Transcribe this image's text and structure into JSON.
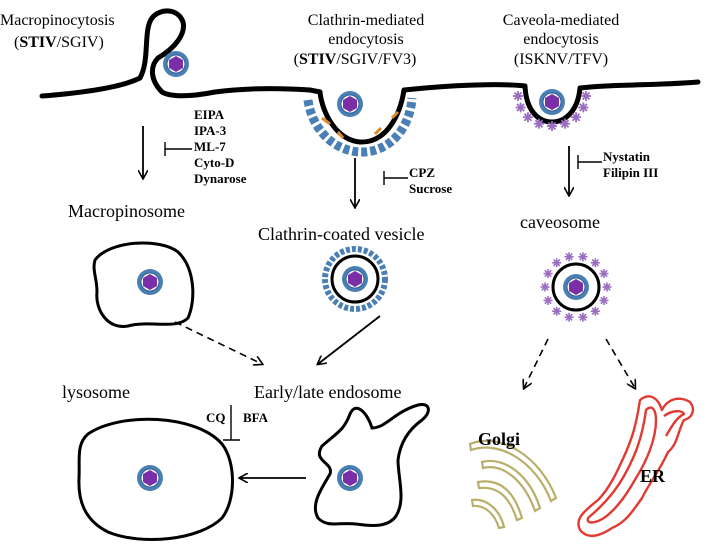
{
  "pathways": [
    {
      "title_line1": "Macropinocytosis",
      "title_line2_bold": "STIV",
      "title_line2_rest": "/SGIV)",
      "title_line2_open": "("
    },
    {
      "title_line1": "Clathrin-mediated",
      "title_line2": "endocytosis",
      "title_line3_open": "(",
      "title_line3_bold": "STIV",
      "title_line3_rest": "/SGIV/FV3)"
    },
    {
      "title_line1": "Caveola-mediated",
      "title_line2": "endocytosis",
      "title_line3": "(ISKNV/TFV)"
    }
  ],
  "inhibitors": {
    "macropinocytosis": [
      "EIPA",
      "IPA-3",
      "ML-7",
      "Cyto-D",
      "Dynarose"
    ],
    "clathrin": [
      "CPZ",
      "Sucrose"
    ],
    "caveola": [
      "Nystatin",
      "Filipin III"
    ],
    "endosome_left": "CQ",
    "endosome_right": "BFA"
  },
  "compartments": {
    "macropinosome": "Macropinosome",
    "clathrin_vesicle": "Clathrin-coated vesicle",
    "caveosome": "caveosome",
    "endosome": "Early/late endosome",
    "lysosome": "lysosome",
    "golgi": "Golgi",
    "er": "ER"
  },
  "colors": {
    "virion_outer": "#4a7fb5",
    "virion_core": "#7a2fa8",
    "clathrin": "#4a7fb5",
    "adaptor": "#e08a2c",
    "caveolin": "#9b6cc0",
    "golgi": "#b9ae6a",
    "er": "#e03a32"
  }
}
